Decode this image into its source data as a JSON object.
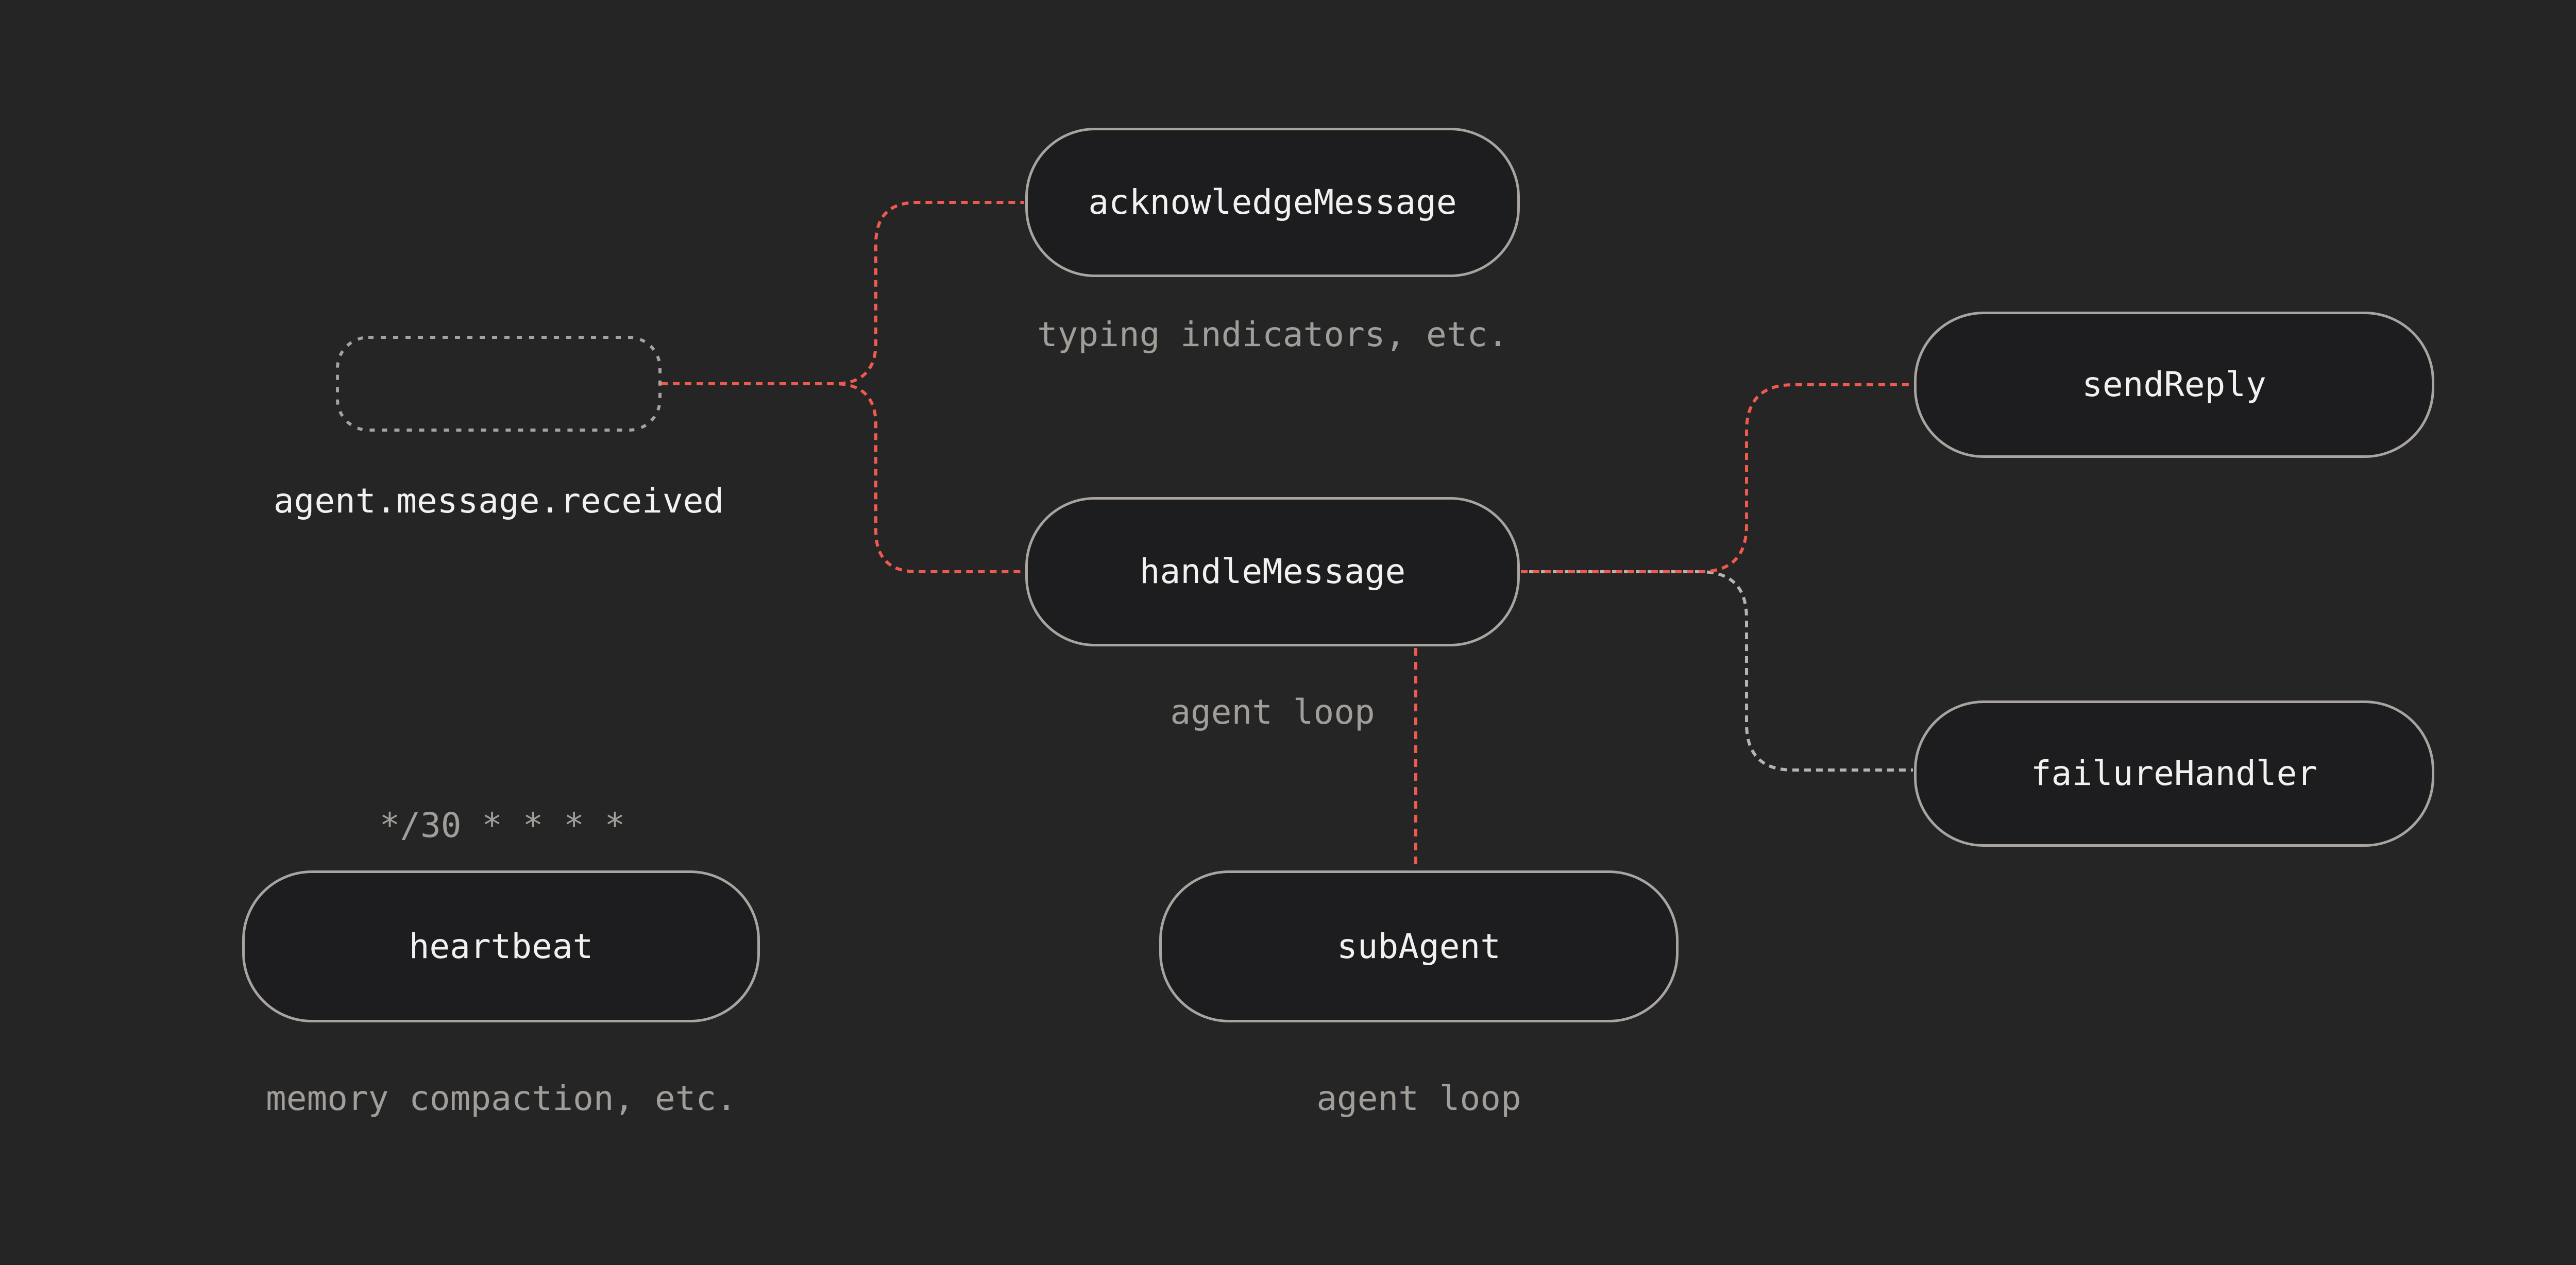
{
  "palette": {
    "background": "#252526",
    "node_fill": "#1d1d1f",
    "node_border": "#a9a4a0",
    "trigger_dashed_border": "#a5a2a0",
    "edge_red": "#ef5a4e",
    "edge_gray": "#b7b3b0",
    "label_white": "#f2f1ef",
    "caption_gray": "#a19d99"
  },
  "nodes": {
    "trigger": {
      "caption": "agent.message.received"
    },
    "acknowledge": {
      "label": "acknowledgeMessage",
      "caption": "typing indicators, etc."
    },
    "handle": {
      "label": "handleMessage",
      "caption": "agent loop"
    },
    "send_reply": {
      "label": "sendReply"
    },
    "failure_handler": {
      "label": "failureHandler"
    },
    "heartbeat": {
      "schedule": "*/30 * * * *",
      "label": "heartbeat",
      "caption": "memory compaction, etc."
    },
    "sub_agent": {
      "label": "subAgent",
      "caption": "agent loop"
    }
  },
  "edges": [
    {
      "from": "agent.message.received",
      "to": "acknowledgeMessage",
      "style": "dashed",
      "color": "#ef5a4e"
    },
    {
      "from": "agent.message.received",
      "to": "handleMessage",
      "style": "dashed",
      "color": "#ef5a4e"
    },
    {
      "from": "handleMessage",
      "to": "sendReply",
      "style": "dashed",
      "color": "#ef5a4e"
    },
    {
      "from": "handleMessage",
      "to": "failureHandler",
      "style": "dashed",
      "color": "#b7b3b0"
    },
    {
      "from": "handleMessage",
      "to": "subAgent",
      "style": "dashed",
      "color": "#ef5a4e"
    }
  ]
}
